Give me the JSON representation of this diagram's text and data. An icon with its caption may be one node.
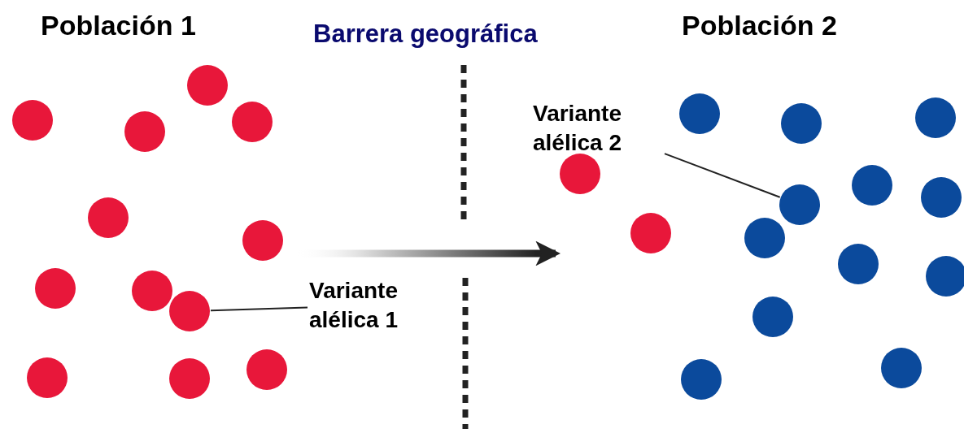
{
  "diagram": {
    "nodes": [
      {
        "text": [
          "Población 1"
        ]
      },
      {
        "text": [
          "Población 2"
        ]
      },
      {
        "text": [
          "Variante alélica 1"
        ]
      },
      {
        "text": [],
        "shape": "circle",
        "in": 0
      },
      {
        "text": [
          "Variante alélica 2"
        ]
      },
      {
        "text": [],
        "shape": "circle",
        "in": 1
      }
    ],
    "edges": [
      {
        "from": 0,
        "to": 1,
        "arrow": "to"
      },
      {
        "from": 2,
        "to": 3,
        "arrow": "none"
      },
      {
        "from": 4,
        "to": 5,
        "arrow": "none"
      }
    ],
    "labels": [
      "Barrera geográfica"
    ]
  }
}
